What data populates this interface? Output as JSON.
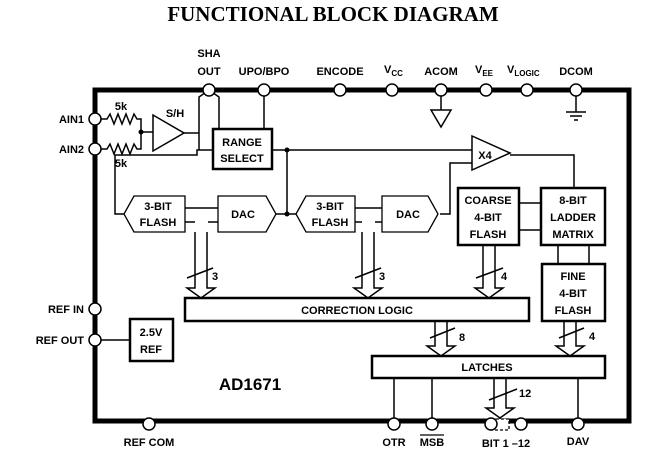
{
  "title": "FUNCTIONAL BLOCK DIAGRAM",
  "chip": "AD1671",
  "top_pins": {
    "sha_out_1": "SHA",
    "sha_out_2": "OUT",
    "upo_bpo": "UPO/BPO",
    "encode": "ENCODE",
    "vcc_main": "V",
    "vcc_sub": "CC",
    "acom": "ACOM",
    "vee_main": "V",
    "vee_sub": "EE",
    "vlogic_main": "V",
    "vlogic_sub": "LOGIC",
    "dcom": "DCOM"
  },
  "left_pins": {
    "ain1": "AIN1",
    "ain2": "AIN2",
    "ref_in": "REF IN",
    "ref_out": "REF OUT"
  },
  "bottom_pins": {
    "ref_com": "REF COM",
    "otr": "OTR",
    "msb": "MSB",
    "bits": "BIT 1 –12",
    "dav": "DAV"
  },
  "blocks": {
    "resistor1": "5k",
    "resistor2": "5k",
    "sh": "S/H",
    "range_select_1": "RANGE",
    "range_select_2": "SELECT",
    "x4": "X4",
    "flash1_1": "3-BIT",
    "flash1_2": "FLASH",
    "dac1": "DAC",
    "flash2_1": "3-BIT",
    "flash2_2": "FLASH",
    "dac2": "DAC",
    "coarse_1": "COARSE",
    "coarse_2": "4-BIT",
    "coarse_3": "FLASH",
    "ladder_1": "8-BIT",
    "ladder_2": "LADDER",
    "ladder_3": "MATRIX",
    "fine_1": "FINE",
    "fine_2": "4-BIT",
    "fine_3": "FLASH",
    "correction": "CORRECTION LOGIC",
    "latches": "LATCHES",
    "ref_1": "2.5V",
    "ref_2": "REF"
  },
  "bus_widths": {
    "flash1": "3",
    "flash2": "3",
    "coarse": "4",
    "fine": "4",
    "correction": "8",
    "output": "12"
  }
}
